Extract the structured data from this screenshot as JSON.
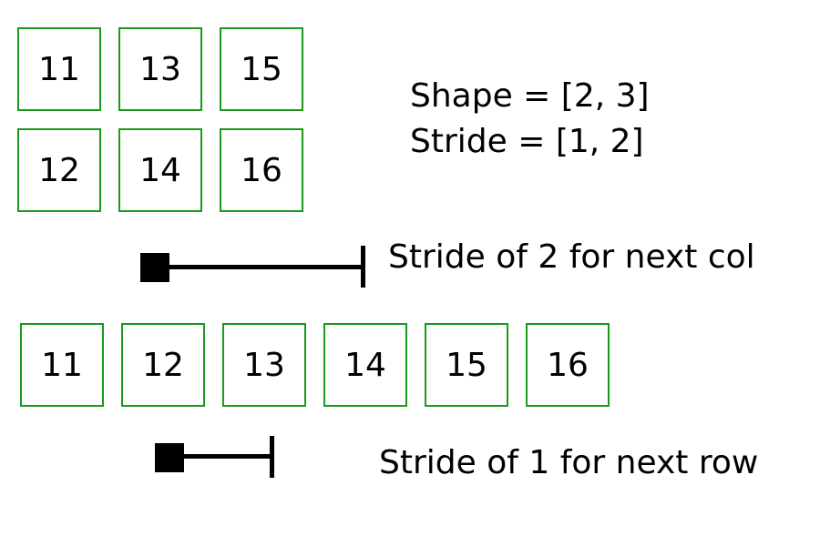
{
  "matrix": {
    "rows": [
      [
        "11",
        "13",
        "15"
      ],
      [
        "12",
        "14",
        "16"
      ]
    ]
  },
  "info": {
    "shape_line": "Shape = [2, 3]",
    "stride_line": "Stride = [1, 2]"
  },
  "col_stride": {
    "label": "Stride of 2 for next col"
  },
  "memory": {
    "cells": [
      "11",
      "12",
      "13",
      "14",
      "15",
      "16"
    ]
  },
  "row_stride": {
    "label": "Stride of 1 for next row"
  },
  "colors": {
    "cell_border": "#1a9a1a",
    "ink": "#000000"
  }
}
